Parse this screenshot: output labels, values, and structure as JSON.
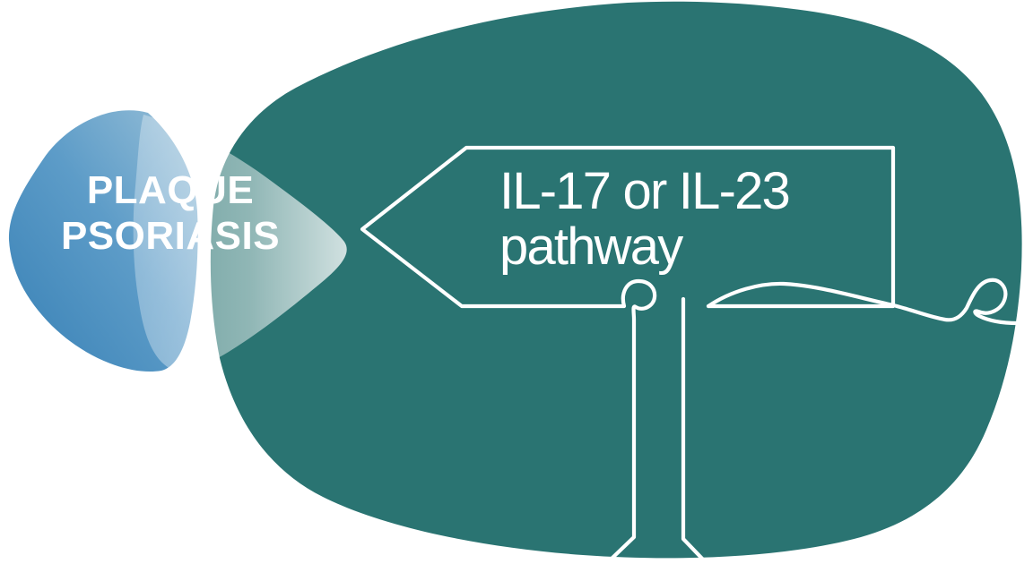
{
  "illustration": {
    "disease_label": {
      "line1": "PLAQUE",
      "line2": "PSORIASIS"
    },
    "sign_label": {
      "line1": "IL-17 or IL-23",
      "line2": "pathway"
    },
    "colors": {
      "background": "#FFFFFF",
      "teal_blob": "#2A7472",
      "blue_blob_dark": "#3B83B7",
      "blue_blob_mid": "#5D9CC8",
      "blue_blob_light": "#92BCD6",
      "overlay_highlight": "#FFFFFF",
      "line_art": "#FFFFFF",
      "text": "#FFFFFF"
    }
  }
}
